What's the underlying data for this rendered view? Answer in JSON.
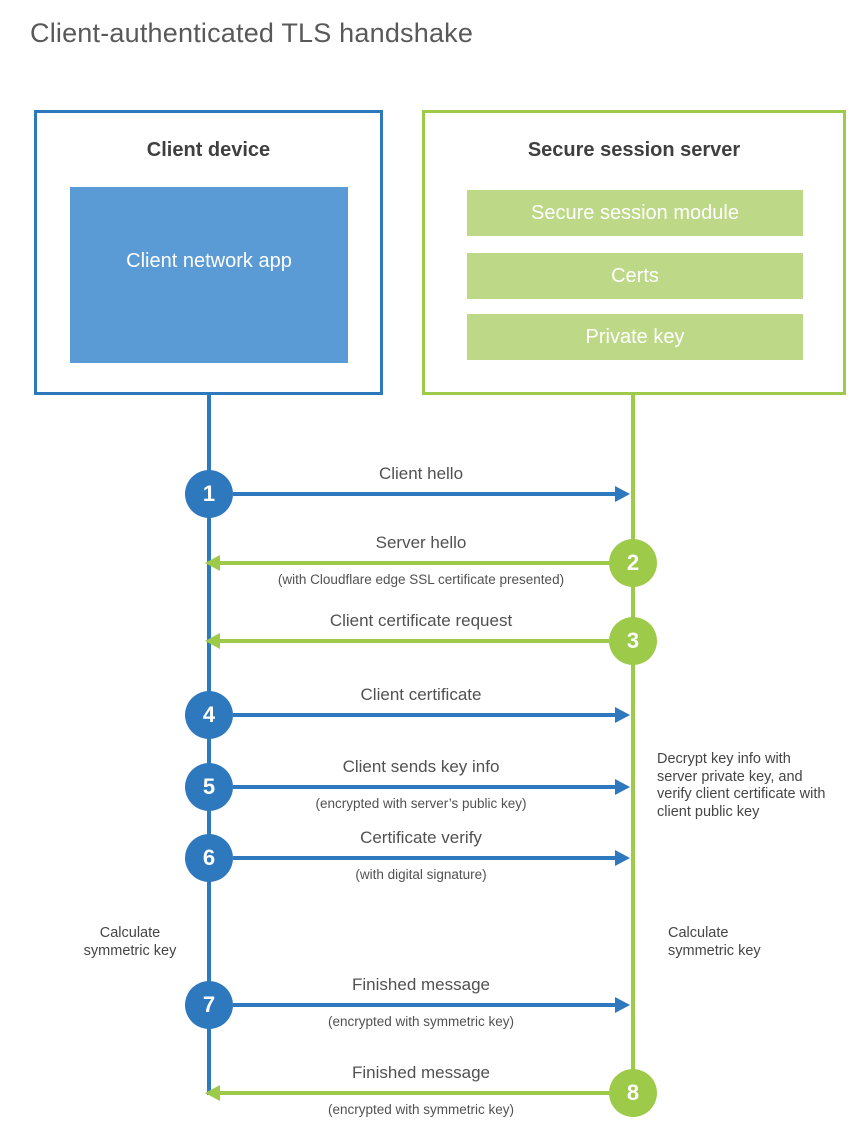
{
  "title": "Client-authenticated TLS handshake",
  "client_box": {
    "title": "Client device",
    "app": "Client network app"
  },
  "server_box": {
    "title": "Secure session server",
    "modules": [
      "Secure session module",
      "Certs",
      "Private key"
    ]
  },
  "steps": [
    {
      "num": "1",
      "from": "client",
      "label": "Client hello",
      "sub": ""
    },
    {
      "num": "2",
      "from": "server",
      "label": "Server hello",
      "sub": "(with Cloudflare edge SSL certificate presented)"
    },
    {
      "num": "3",
      "from": "server",
      "label": "Client certificate request",
      "sub": ""
    },
    {
      "num": "4",
      "from": "client",
      "label": "Client certificate",
      "sub": ""
    },
    {
      "num": "5",
      "from": "client",
      "label": "Client sends key info",
      "sub": "(encrypted with server’s public key)"
    },
    {
      "num": "6",
      "from": "client",
      "label": "Certificate verify",
      "sub": "(with digital signature)"
    },
    {
      "num": "7",
      "from": "client",
      "label": "Finished message",
      "sub": "(encrypted with symmetric key)"
    },
    {
      "num": "8",
      "from": "server",
      "label": "Finished message",
      "sub": "(encrypted with symmetric key)"
    }
  ],
  "annotations": {
    "server_note": "Decrypt key info with server private key, and verify client certificate with client public key",
    "client_calc": "Calculate symmetric key",
    "server_calc": "Calculate symmetric key"
  },
  "colors": {
    "client_primary": "#2e79bd",
    "client_fill": "#5b9bd5",
    "server_primary": "#9dca49",
    "server_fill": "#bdd987"
  }
}
